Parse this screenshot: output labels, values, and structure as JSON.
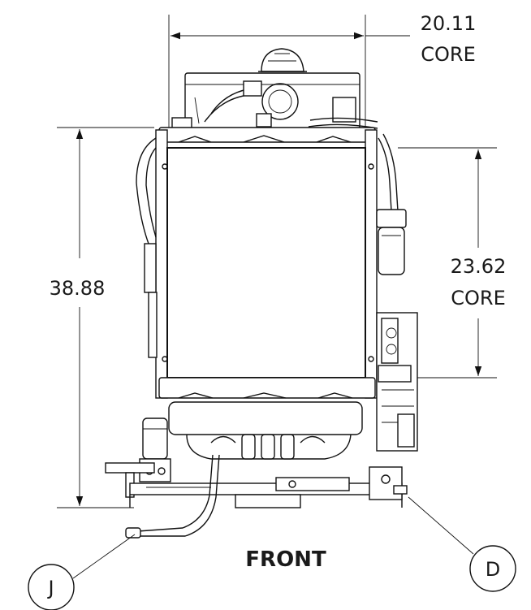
{
  "dimensions": {
    "core_width": {
      "value": "20.11",
      "label": "CORE"
    },
    "overall_height": {
      "value": "38.88"
    },
    "core_height": {
      "value": "23.62",
      "label": "CORE"
    }
  },
  "view_label": "FRONT",
  "balloons": {
    "left": "J",
    "right": "D"
  },
  "colors": {
    "line": "#111111",
    "background": "#ffffff"
  }
}
